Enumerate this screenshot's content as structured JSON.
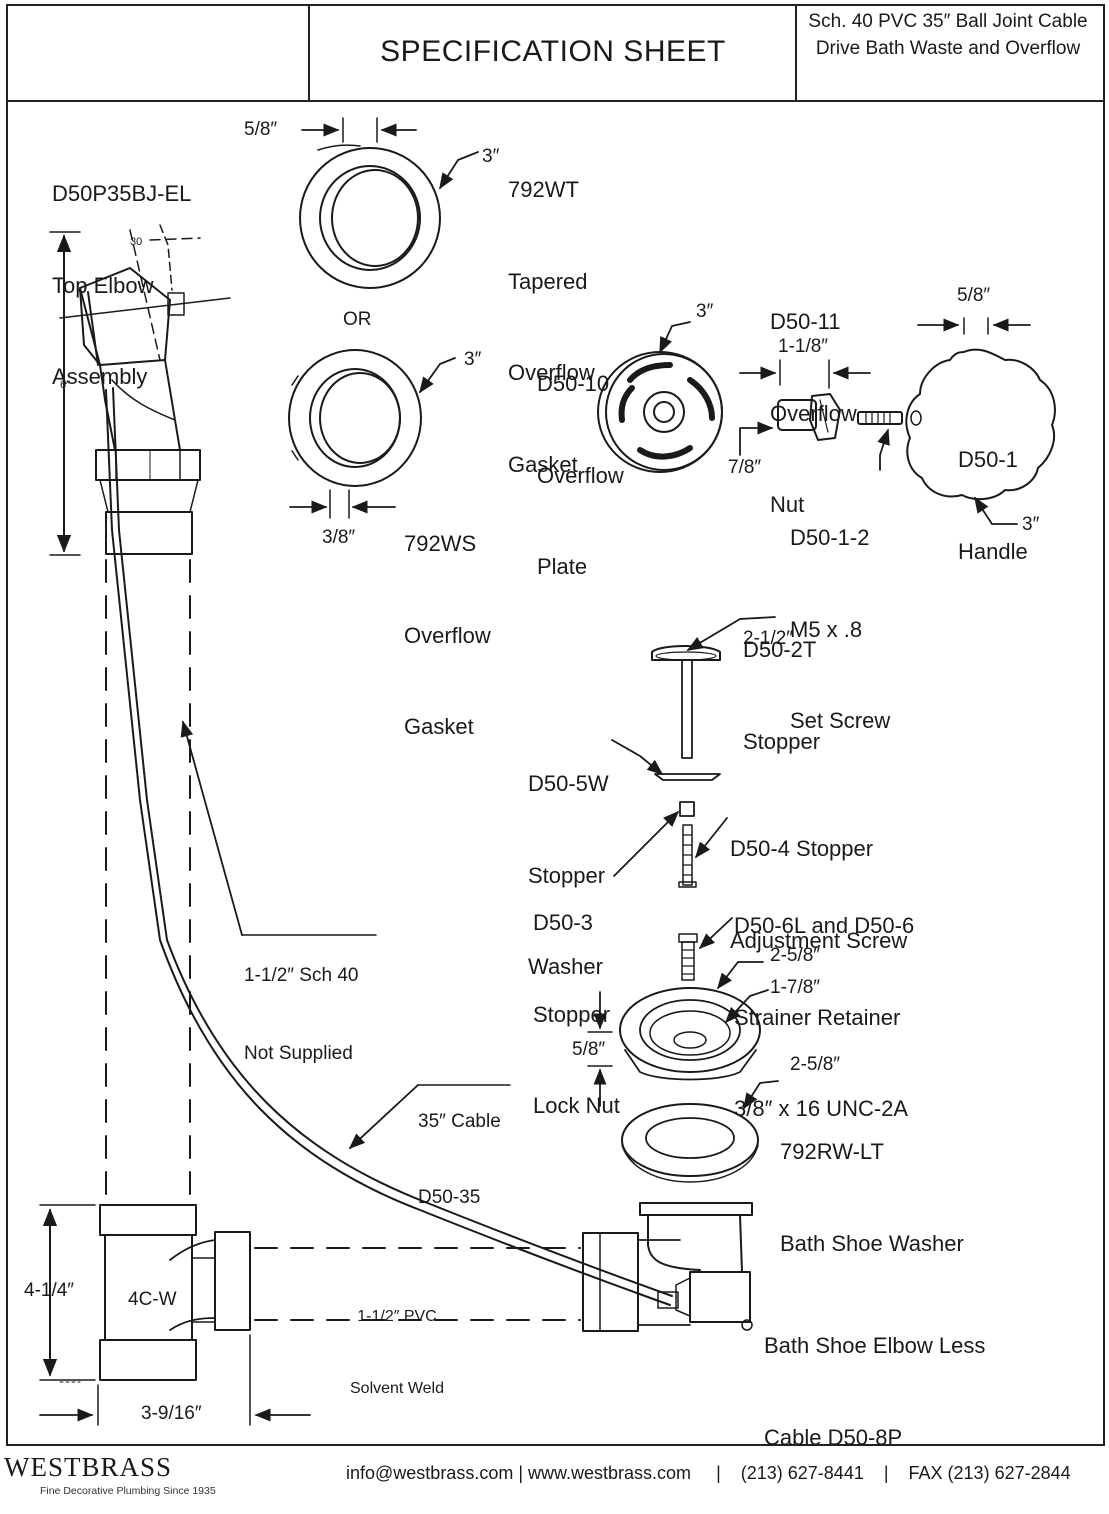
{
  "header": {
    "title": "SPECIFICATION SHEET",
    "subtitle_line1": "Sch. 40 PVC 35″ Ball Joint Cable",
    "subtitle_line2": "Drive Bath Waste and Overflow"
  },
  "parts": {
    "top_elbow": {
      "part_no": "D50P35BJ-EL",
      "name_line1": "Top Elbow",
      "name_line2": "Assembly",
      "height": "6″",
      "angle": "30"
    },
    "gasket_tapered": {
      "part_no": "792WT",
      "name_line1": "Tapered",
      "name_line2": "Overflow",
      "name_line3": "Gasket",
      "thickness": "5/8″",
      "diameter": "3″"
    },
    "or_text": "OR",
    "gasket_standard": {
      "part_no": "792WS",
      "name_line1": "Overflow",
      "name_line2": "Gasket",
      "thickness": "3/8″",
      "diameter": "3″"
    },
    "overflow_plate": {
      "part_no": "D50-10",
      "name_line1": "Overflow",
      "name_line2": "Plate",
      "diameter": "3″"
    },
    "overflow_nut": {
      "part_no": "D50-11",
      "name_line1": "Overflow",
      "name_line2": "Nut",
      "length": "1-1/8″",
      "diameter": "7/8″"
    },
    "handle": {
      "part_no": "D50-1",
      "name": "Handle",
      "thickness": "5/8″",
      "diameter": "3″"
    },
    "set_screw": {
      "part_no": "D50-1-2",
      "spec": "M5 x .8",
      "name": "Set Screw"
    },
    "stopper": {
      "part_no": "D50-2T",
      "name": "Stopper",
      "diameter": "2-1/2″"
    },
    "stopper_washer": {
      "part_no": "D50-5W",
      "name_line1": "Stopper",
      "name_line2": "Washer"
    },
    "adjustment_screw": {
      "label_line1": "D50-4 Stopper",
      "label_line2": "Adjustment Screw"
    },
    "lock_nut": {
      "part_no": "D50-3",
      "name_line1": "Stopper",
      "name_line2": "Lock Nut"
    },
    "strainer_retainer": {
      "label_line1": "D50-6L and D50-6",
      "label_line2": "Strainer Retainer",
      "label_line3": "3/8″ x 16 UNC-2A"
    },
    "strainer": {
      "outer": "2-5/8″",
      "inner": "1-7/8″",
      "height": "5/8″"
    },
    "shoe_washer": {
      "diameter": "2-5/8″",
      "part_no": "792RW-LT",
      "name": "Bath Shoe Washer"
    },
    "pipe": {
      "label_line1": "1-1/2″ Sch 40",
      "label_line2": "Not Supplied"
    },
    "cable": {
      "label_line1": "35″ Cable",
      "label_line2": "D50-35"
    },
    "tee": {
      "part_no": "4C-W",
      "height": "4-1/4″",
      "width": "3-9/16″"
    },
    "solvent_weld": {
      "line1": "1-1/2″ PVC",
      "line2": "Solvent Weld"
    },
    "bath_shoe": {
      "label_line1": "Bath Shoe Elbow Less",
      "label_line2": "Cable D50-8P"
    }
  },
  "footer": {
    "brand": "WESTBRASS",
    "tagline": "Fine Decorative Plumbing Since 1935",
    "email": "info@westbrass.com",
    "website": "www.westbrass.com",
    "phone": "(213) 627-8441",
    "fax": "FAX (213) 627-2844"
  },
  "colors": {
    "ink": "#1a1a1a",
    "paper": "#ffffff"
  }
}
